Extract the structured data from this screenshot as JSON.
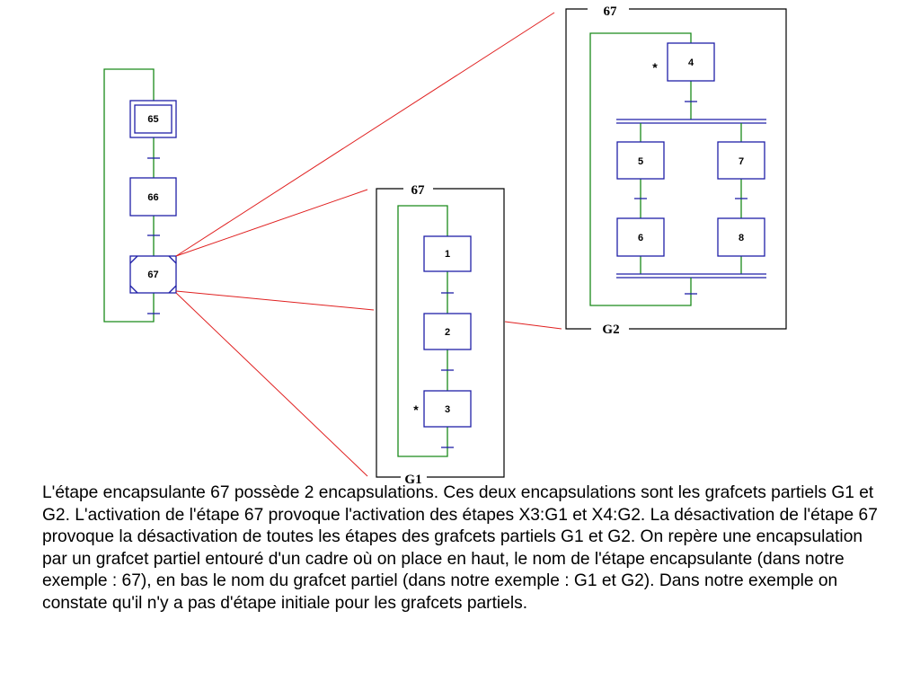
{
  "main_grafcet": {
    "steps": [
      {
        "id": "step-65",
        "label": "65"
      },
      {
        "id": "step-66",
        "label": "66"
      },
      {
        "id": "step-67",
        "label": "67"
      }
    ]
  },
  "frame_g1": {
    "top_label": "67",
    "bottom_label": "G1",
    "steps": [
      {
        "id": "step-1",
        "label": "1"
      },
      {
        "id": "step-2",
        "label": "2"
      },
      {
        "id": "step-3",
        "label": "3"
      }
    ],
    "marker": "*"
  },
  "frame_g2": {
    "top_label": "67",
    "bottom_label": "G2",
    "steps": [
      {
        "id": "step-4",
        "label": "4"
      },
      {
        "id": "step-5",
        "label": "5"
      },
      {
        "id": "step-6",
        "label": "6"
      },
      {
        "id": "step-7",
        "label": "7"
      },
      {
        "id": "step-8",
        "label": "8"
      }
    ],
    "marker": "*"
  },
  "colors": {
    "step_border": "#1f1fa8",
    "link": "#1a8a1a",
    "transition": "#1f1fa8",
    "connector": "#e02020",
    "frame": "#000000"
  },
  "caption": "L'étape encapsulante 67 possède 2 encapsulations. Ces deux encapsulations sont les grafcets partiels G1 et G2. L'activation de l'étape 67 provoque l'activation des étapes X3:G1 et X4:G2. La désactivation de l'étape 67 provoque la désactivation de toutes les étapes des grafcets partiels G1 et G2. On repère une encapsulation par un grafcet partiel entouré d'un cadre où on place en haut, le nom de l'étape encapsulante (dans notre exemple : 67), en bas le nom du grafcet partiel (dans notre exemple : G1 et G2). Dans notre exemple on constate qu'il n'y a pas d'étape initiale pour les grafcets partiels."
}
